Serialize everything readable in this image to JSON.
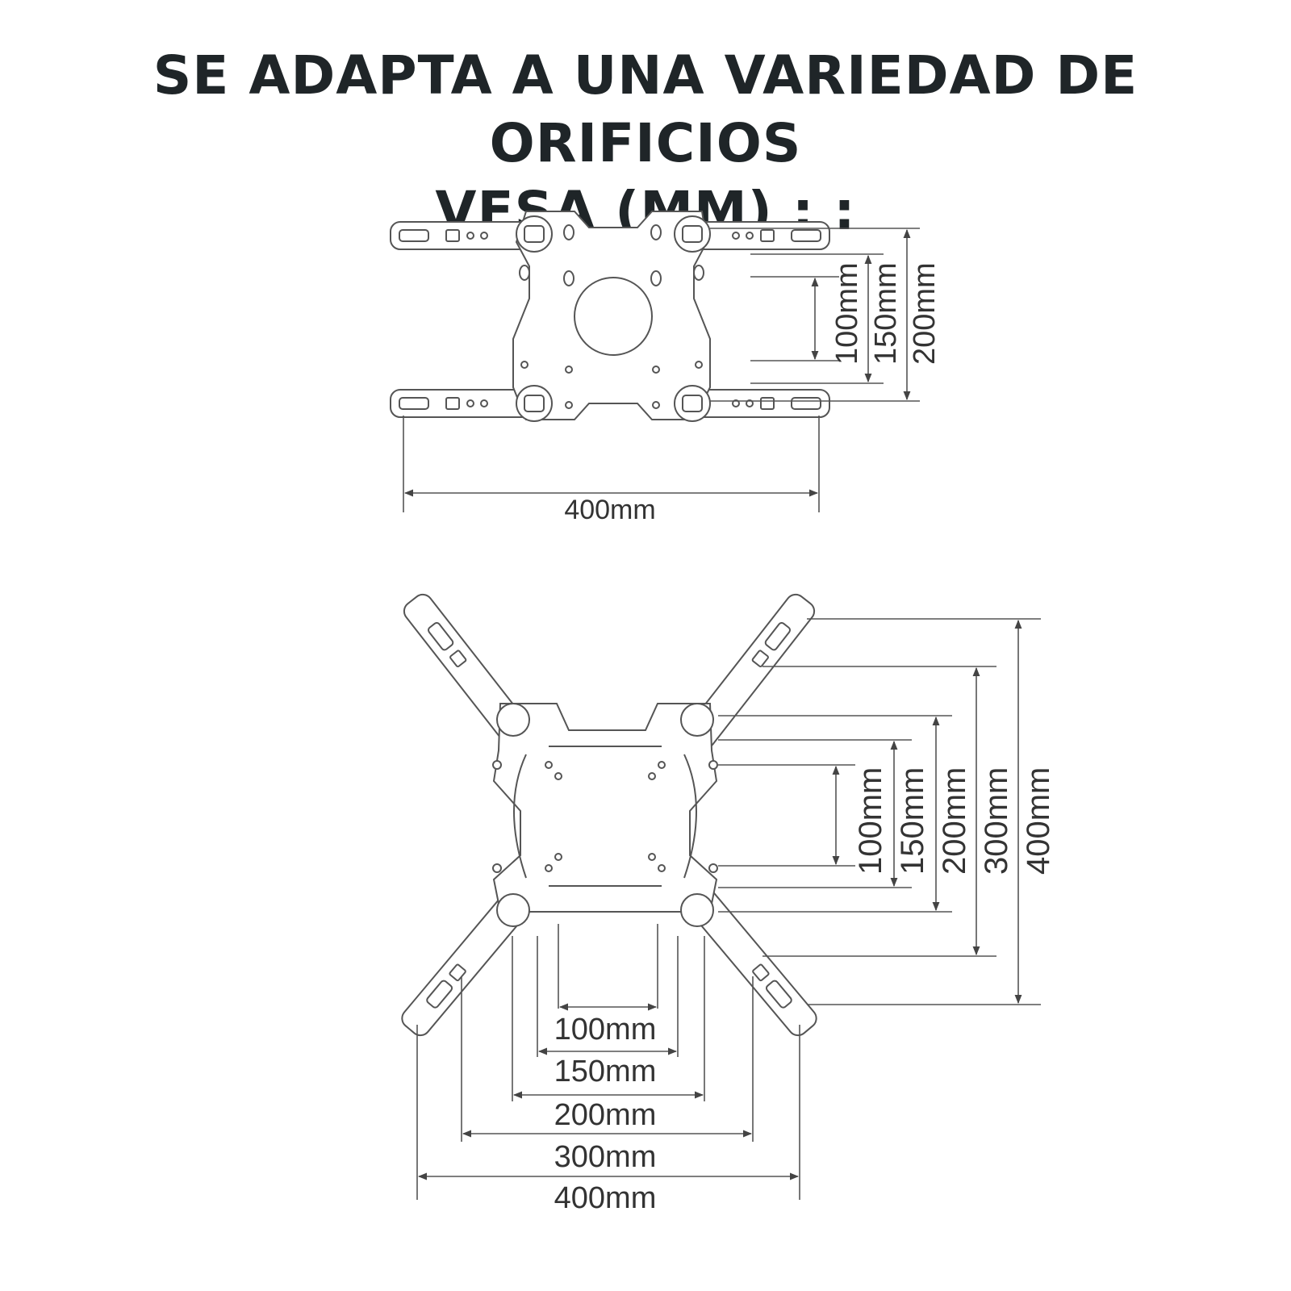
{
  "title": {
    "line1": "SE ADAPTA A UNA VARIEDAD DE ORIFICIOS",
    "line2": "VESA (MM) : :"
  },
  "top_diagram": {
    "vertical_labels": [
      "100mm",
      "150mm",
      "200mm"
    ],
    "horizontal_label": "400mm"
  },
  "bottom_diagram": {
    "vertical_labels": [
      "100mm",
      "150mm",
      "200mm",
      "300mm",
      "400mm"
    ],
    "horizontal_labels": [
      "100mm",
      "150mm",
      "200mm",
      "300mm",
      "400mm"
    ]
  }
}
